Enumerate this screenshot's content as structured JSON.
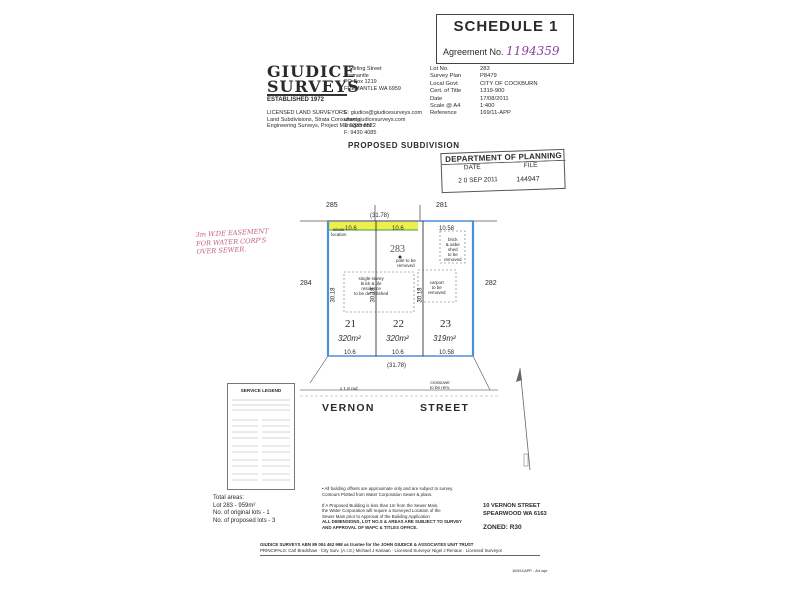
{
  "schedule": {
    "title": "SCHEDULE 1",
    "agreement_label": "Agreement No.",
    "agreement_no": "1194359"
  },
  "company": {
    "name_line1": "GIUDICE",
    "name_line2": "SURVEYS",
    "established": "ESTABLISHED 1972",
    "address": [
      "8 Stirling Street",
      "Fremantle",
      "PO Box 1219",
      "FREMANTLE WA 6959"
    ],
    "services": [
      "LICENSED LAND SURVEYORS",
      "Land Subdivisions, Strata Consultants,",
      "Engineering Surveys, Project Management"
    ],
    "contact": [
      "E: giudice@giudicesurveys.com",
      "www.giudicesurveys.com",
      "T: 9335 8522",
      "F: 9430 4085"
    ]
  },
  "info": [
    {
      "k": "Lot No.",
      "v": "283"
    },
    {
      "k": "Survey Plan",
      "v": "P8479"
    },
    {
      "k": "Local Govt",
      "v": "CITY OF COCKBURN"
    },
    {
      "k": "Cert. of Title",
      "v": "1319-900"
    },
    {
      "k": "Date",
      "v": "17/08/2011"
    },
    {
      "k": "Scale @ A4",
      "v": "1:400"
    },
    {
      "k": "Reference",
      "v": "169/11-APP"
    }
  ],
  "heading": "PROPOSED SUBDIVISION",
  "stamp": {
    "title": "DEPARTMENT OF PLANNING",
    "date_label": "DATE",
    "file_label": "FILE",
    "date": "2 0 SEP 2011",
    "file": "144947"
  },
  "handwritten_note": [
    "3m W.DE EASEMENT",
    "FOR WATER CORP'S",
    "OVER SEWER."
  ],
  "plan": {
    "adjacent_top_left": "285",
    "adjacent_top_right": "281",
    "adjacent_left": "284",
    "adjacent_right": "282",
    "parent_lot": "283",
    "frontage_top": "(31.78)",
    "frontage_bottom": "(31.78)",
    "lots": [
      {
        "no": "21",
        "area": "320m²",
        "width": "10.6",
        "depth": "30.18"
      },
      {
        "no": "22",
        "area": "320m²",
        "width": "10.6",
        "depth": "30.18"
      },
      {
        "no": "23",
        "area": "319m²",
        "width": "10.58",
        "depth": "30.18"
      }
    ],
    "top_widths": [
      "10.6",
      "10.6",
      "10.58"
    ],
    "notes": {
      "sewer": [
        "sewer",
        "location"
      ],
      "dwelling": [
        "single storey",
        "brick & tile",
        "residence",
        "to be demolished"
      ],
      "pole": [
        "pole to be",
        "removed"
      ],
      "carport": [
        "carport",
        "to be",
        "removed"
      ],
      "shed": [
        "brick",
        "& asbe",
        "shed",
        "to be",
        "removed"
      ],
      "truncation": "x 1.8 rad",
      "kerb": [
        "crossover",
        "to be rem."
      ]
    }
  },
  "legend": {
    "title": "SERVICE LEGEND"
  },
  "street": {
    "word1": "VERNON",
    "word2": "STREET"
  },
  "totals": [
    "Total areas:",
    "Lot 283 - 959m²",
    "No. of original lots - 1",
    "No. of proposed lots - 3"
  ],
  "notes": [
    "• All building offsets are approximate only and are subject to survey.",
    "Contours Plotted from Water Corporation Sewer & plans.",
    "",
    "If A Proposed Building is less than 1m from the Sewer Main,",
    "the Water Corporation will require a Surveyed Location of the",
    "Sewer Main prior to Approval of the Building Application",
    "ALL DIMENSIONS, LOT NO.S & AREAS ARE SUBJECT TO SURVEY",
    "AND APPROVAL OF WAPC & TITLES OFFICE."
  ],
  "site_address": [
    "10 VERNON STREET",
    "SPEARWOOD WA 6163"
  ],
  "zoned": "ZONED: R30",
  "footer": [
    "GIUDICE SURVEYS  ABN 89 004 462 998 as trustee for the JOHN GIUDICE & ASSOCIATES UNIT TRUST",
    "PRINCIPALS: Carl Bradshaw · City Surv. (A.I.S.)  Michael J Kanaan · Licensed Surveyor  Nigel J Renaux · Licensed Surveyor"
  ],
  "ref_code": "169/11APP - A4.wpr"
}
